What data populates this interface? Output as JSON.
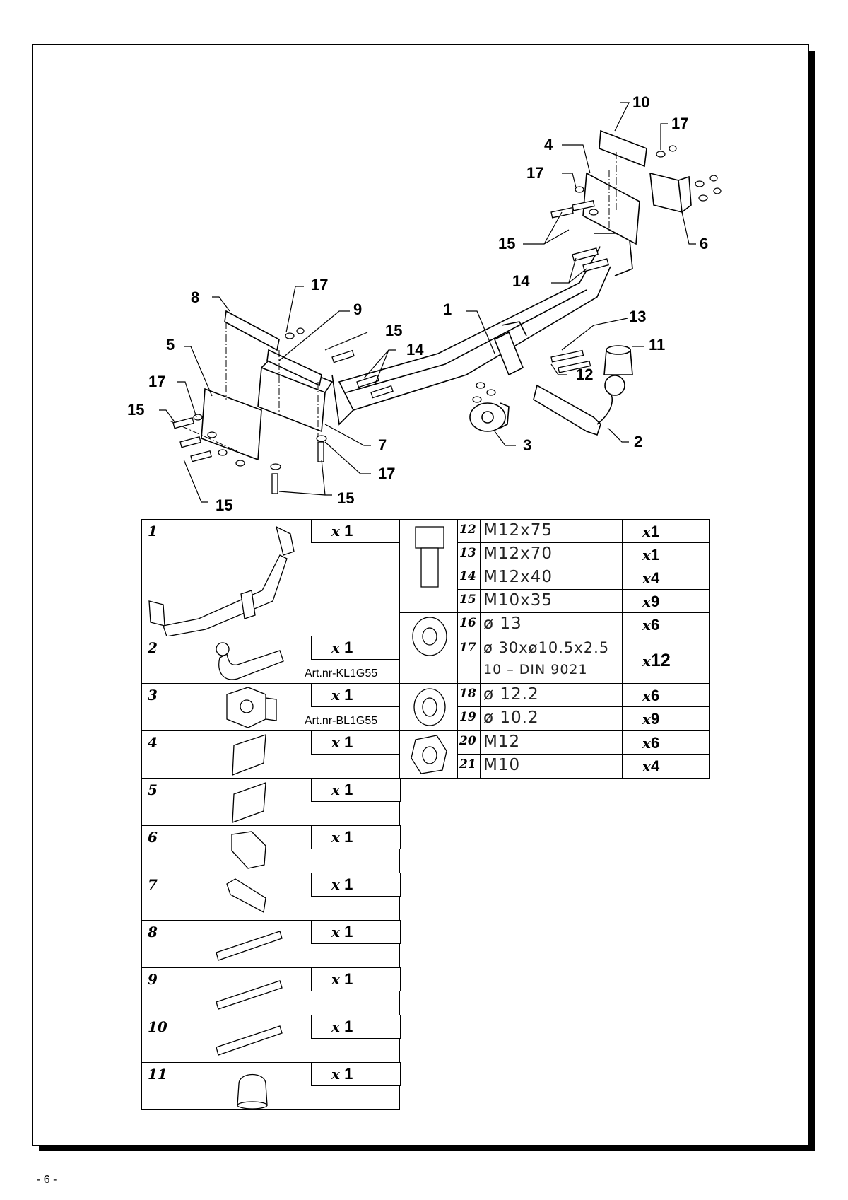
{
  "page_number": "- 6 -",
  "callouts": {
    "c1": "1",
    "c2": "2",
    "c3": "3",
    "c4": "4",
    "c5": "5",
    "c6": "6",
    "c7": "7",
    "c8": "8",
    "c9": "9",
    "c10": "10",
    "c11": "11",
    "c12": "12",
    "c13": "13",
    "c14a": "14",
    "c14b": "14",
    "c15a": "15",
    "c15b": "15",
    "c15c": "15",
    "c15d": "15",
    "c15e": "15",
    "c17a": "17",
    "c17b": "17",
    "c17c": "17",
    "c17d": "17",
    "c17e": "17"
  },
  "parts_left": [
    {
      "no": "1",
      "qty": "1"
    },
    {
      "no": "2",
      "qty": "1",
      "art": "Art.nr-KL1G55"
    },
    {
      "no": "3",
      "qty": "1",
      "art": "Art.nr-BL1G55"
    },
    {
      "no": "4",
      "qty": "1"
    },
    {
      "no": "5",
      "qty": "1"
    },
    {
      "no": "6",
      "qty": "1"
    },
    {
      "no": "7",
      "qty": "1"
    },
    {
      "no": "8",
      "qty": "1"
    },
    {
      "no": "9",
      "qty": "1"
    },
    {
      "no": "10",
      "qty": "1"
    },
    {
      "no": "11",
      "qty": "1"
    }
  ],
  "parts_right": [
    {
      "no": "12",
      "spec": "M12x75",
      "qty": "1"
    },
    {
      "no": "13",
      "spec": "M12x70",
      "qty": "1"
    },
    {
      "no": "14",
      "spec": "M12x40",
      "qty": "4"
    },
    {
      "no": "15",
      "spec": "M10x35",
      "qty": "9"
    },
    {
      "no": "16",
      "spec": "ø 13",
      "qty": "6"
    },
    {
      "no": "17",
      "spec": "ø 30xø10.5x2.5",
      "spec2": "10 – DIN 9021",
      "qty": "12"
    },
    {
      "no": "18",
      "spec": "ø 12.2",
      "qty": "6"
    },
    {
      "no": "19",
      "spec": "ø 10.2",
      "qty": "9"
    },
    {
      "no": "20",
      "spec": "M12",
      "qty": "6"
    },
    {
      "no": "21",
      "spec": "M10",
      "qty": "4"
    }
  ],
  "qty_prefix": "x"
}
